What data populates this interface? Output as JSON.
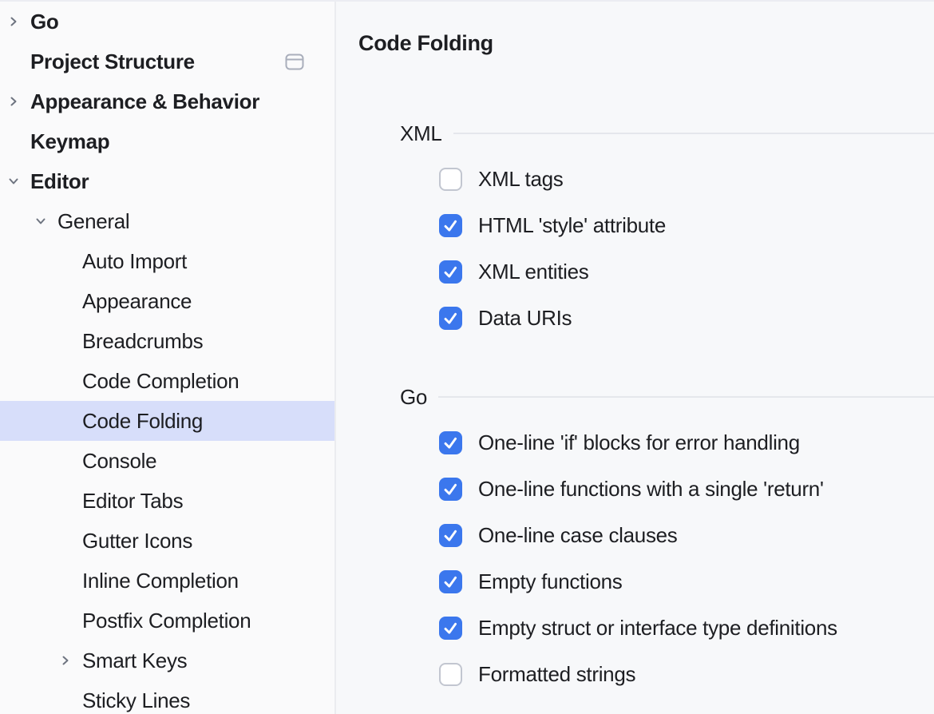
{
  "colors": {
    "accent": "#3B77ED",
    "selection_background": "#D7DEFA",
    "sidebar_background": "#FAFAFB",
    "panel_background": "#F7F8FA",
    "divider": "#EBECF0",
    "separator_line": "#E5E7EC",
    "text": "#1D1E22",
    "icon_gray": "#6E7480"
  },
  "sidebar": {
    "items": [
      {
        "label": "Go",
        "level": 0,
        "bold": true,
        "chevron": "collapsed",
        "selected": false
      },
      {
        "label": "Project Structure",
        "level": 0,
        "bold": true,
        "chevron": null,
        "selected": false,
        "trailing_icon": "window-panel"
      },
      {
        "label": "Appearance & Behavior",
        "level": 0,
        "bold": true,
        "chevron": "collapsed",
        "selected": false
      },
      {
        "label": "Keymap",
        "level": 0,
        "bold": true,
        "chevron": null,
        "selected": false
      },
      {
        "label": "Editor",
        "level": 0,
        "bold": true,
        "chevron": "expanded",
        "selected": false
      },
      {
        "label": "General",
        "level": 1,
        "bold": false,
        "chevron": "expanded",
        "selected": false
      },
      {
        "label": "Auto Import",
        "level": 2,
        "bold": false,
        "chevron": null,
        "selected": false
      },
      {
        "label": "Appearance",
        "level": 2,
        "bold": false,
        "chevron": null,
        "selected": false
      },
      {
        "label": "Breadcrumbs",
        "level": 2,
        "bold": false,
        "chevron": null,
        "selected": false
      },
      {
        "label": "Code Completion",
        "level": 2,
        "bold": false,
        "chevron": null,
        "selected": false
      },
      {
        "label": "Code Folding",
        "level": 2,
        "bold": false,
        "chevron": null,
        "selected": true
      },
      {
        "label": "Console",
        "level": 2,
        "bold": false,
        "chevron": null,
        "selected": false
      },
      {
        "label": "Editor Tabs",
        "level": 2,
        "bold": false,
        "chevron": null,
        "selected": false
      },
      {
        "label": "Gutter Icons",
        "level": 2,
        "bold": false,
        "chevron": null,
        "selected": false
      },
      {
        "label": "Inline Completion",
        "level": 2,
        "bold": false,
        "chevron": null,
        "selected": false
      },
      {
        "label": "Postfix Completion",
        "level": 2,
        "bold": false,
        "chevron": null,
        "selected": false
      },
      {
        "label": "Smart Keys",
        "level": 2,
        "bold": false,
        "chevron": "collapsed",
        "selected": false
      },
      {
        "label": "Sticky Lines",
        "level": 2,
        "bold": false,
        "chevron": null,
        "selected": false
      }
    ]
  },
  "main": {
    "title": "Code Folding",
    "sections": [
      {
        "label": "XML",
        "options": [
          {
            "label": "XML tags",
            "checked": false
          },
          {
            "label": "HTML 'style' attribute",
            "checked": true
          },
          {
            "label": "XML entities",
            "checked": true
          },
          {
            "label": "Data URIs",
            "checked": true
          }
        ]
      },
      {
        "label": "Go",
        "options": [
          {
            "label": "One-line 'if' blocks for error handling",
            "checked": true
          },
          {
            "label": "One-line functions with a single 'return'",
            "checked": true
          },
          {
            "label": "One-line case clauses",
            "checked": true
          },
          {
            "label": "Empty functions",
            "checked": true
          },
          {
            "label": "Empty struct or interface type definitions",
            "checked": true
          },
          {
            "label": "Formatted strings",
            "checked": false
          }
        ]
      }
    ]
  }
}
